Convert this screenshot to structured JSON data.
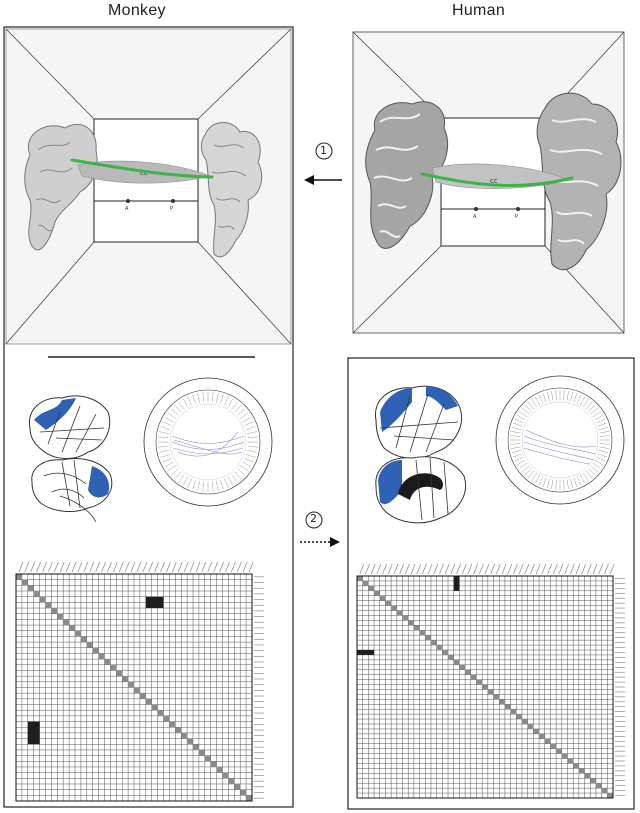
{
  "titles": {
    "monkey": "Monkey",
    "human": "Human"
  },
  "steps": {
    "one": "①",
    "two": "②"
  },
  "cc_label": "cc",
  "marks": {
    "left": "A",
    "right": "P"
  },
  "colors": {
    "fiber": "#3bb54a",
    "region": "#2f62b5",
    "cell_dark": "#1e1e1e",
    "grid": "#555555",
    "chord": "#8c86c8"
  },
  "matrices": {
    "monkey": {
      "size": 40,
      "dark_blocks": [
        [
          4,
          22,
          2,
          3
        ],
        [
          26,
          2,
          4,
          2
        ]
      ]
    },
    "human": {
      "size": 45,
      "dark_blocks": [
        [
          0,
          17,
          3,
          1
        ],
        [
          15,
          0,
          1,
          3
        ]
      ]
    }
  }
}
